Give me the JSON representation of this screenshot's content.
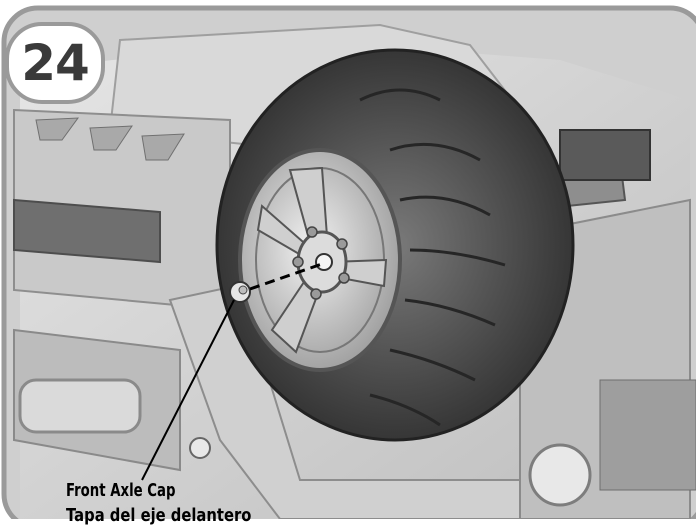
{
  "step": {
    "number": "24"
  },
  "callout": {
    "label_en": "Front Axle Cap",
    "label_es": "Tapa del eje delantero"
  },
  "illustration": {
    "subject": "wheel-icon",
    "colors": {
      "frame": "#9a9a9a",
      "body": "#d8d8d8",
      "tire": "#4a4a4a",
      "line": "#000000"
    }
  }
}
